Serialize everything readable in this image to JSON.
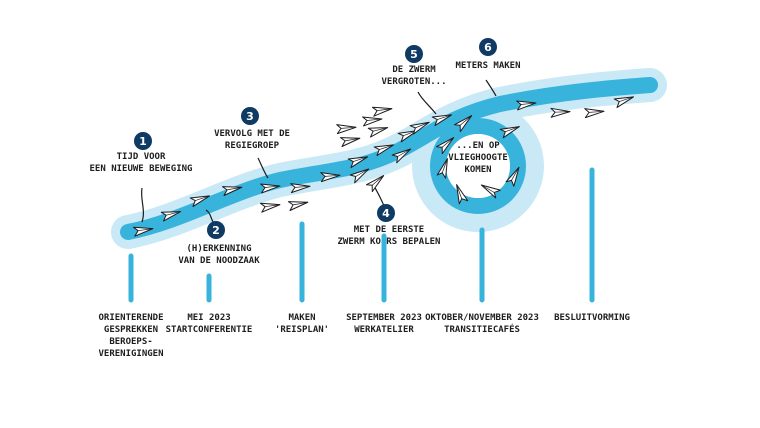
{
  "colors": {
    "river_outer": "#c9e9f6",
    "river_inner": "#38b3dc",
    "badge": "#0e3a63",
    "bar": "#38b3dc",
    "ink": "#1d1d1f",
    "plane_fill": "#ffffff"
  },
  "steps": [
    {
      "number": "1",
      "lines": [
        "TIJD VOOR",
        "EEN NIEUWE BEWEGING"
      ]
    },
    {
      "number": "2",
      "lines": [
        "(H)ERKENNING",
        "VAN DE NOODZAAK"
      ]
    },
    {
      "number": "3",
      "lines": [
        "VERVOLG MET DE",
        "REGIEGROEP"
      ]
    },
    {
      "number": "4",
      "lines": [
        "MET DE EERSTE",
        "ZWERM KOERS BEPALEN"
      ]
    },
    {
      "number": "5",
      "lines": [
        "DE ZWERM",
        "VERGROTEN..."
      ]
    },
    {
      "number": "6",
      "lines": [
        "METERS MAKEN"
      ]
    }
  ],
  "loop_text": [
    "...EN OP",
    "VLIEGHOOGTE",
    "KOMEN"
  ],
  "milestones": [
    {
      "lines": [
        "ORIENTERENDE",
        "GESPREKKEN",
        "BEROEPS-",
        "VERENIGINGEN"
      ]
    },
    {
      "lines": [
        "MEI 2023",
        "STARTCONFERENTIE"
      ]
    },
    {
      "lines": [
        "MAKEN",
        "'REISPLAN'"
      ]
    },
    {
      "lines": [
        "SEPTEMBER 2023",
        "WERKATELIER"
      ]
    },
    {
      "lines": [
        "OKTOBER/NOVEMBER 2023",
        "TRANSITIECAFÉS"
      ]
    },
    {
      "lines": [
        "BESLUITVORMING"
      ]
    }
  ],
  "icons": {
    "plane": "paper-plane-icon"
  }
}
